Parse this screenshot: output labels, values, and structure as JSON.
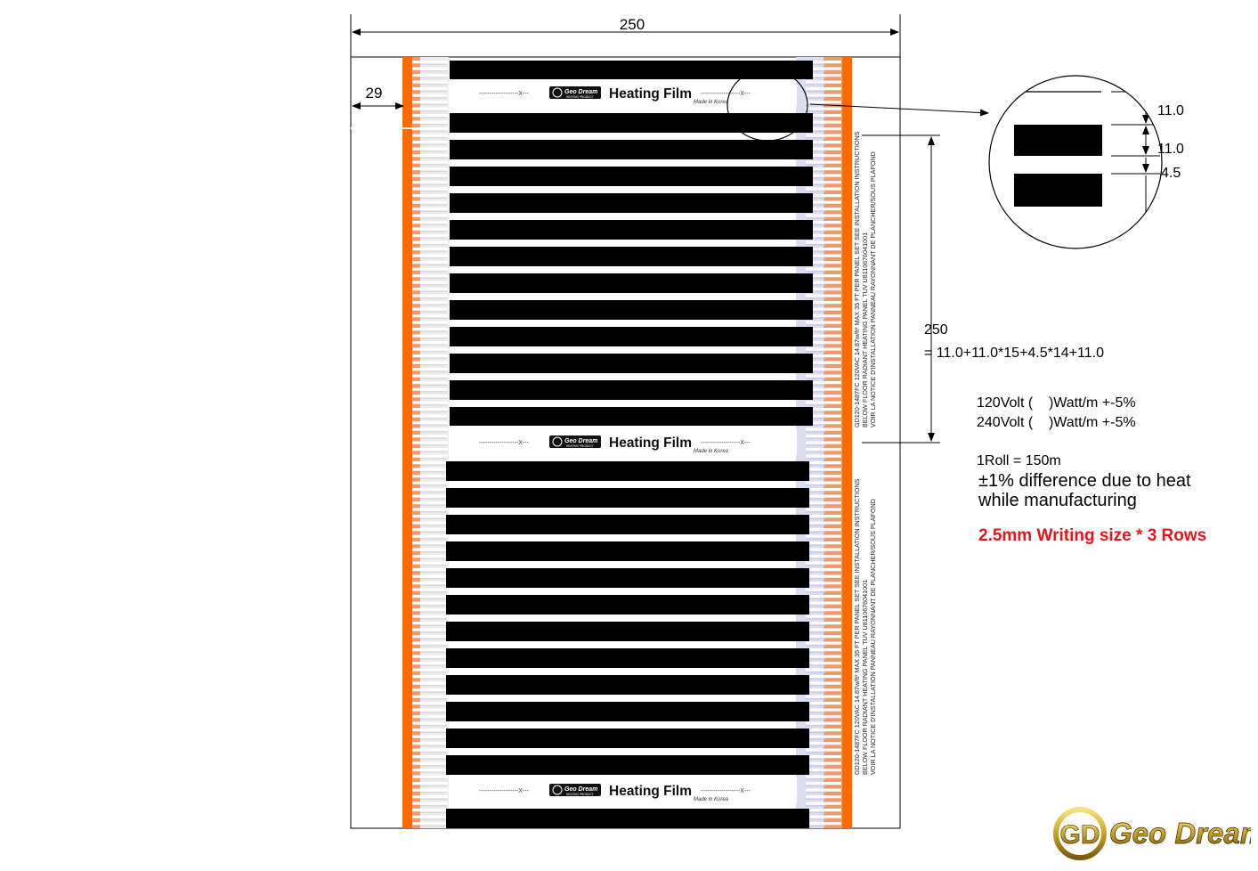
{
  "dimensions": {
    "width_label": "250",
    "margin_label": "29",
    "height_label": "250",
    "height_formula": "= 11.0+11.0*15+4.5*14+11.0"
  },
  "detail": {
    "label_1": "11.0",
    "label_2": "11.0",
    "label_3": "4.5"
  },
  "film": {
    "brand": "Geo Dream",
    "brand_sub": "HEATING PRODUCT",
    "product": "Heating Film",
    "origin": "Made in Korea",
    "cut_mark": "-------------------X---",
    "side_text": [
      "GD120-1487FC 120VAC 14.87w/ft² MAX 35 FT PER PANEL SET SEE INSTALLATION INSTRUCTIONS",
      "BELOW FLOOR RADIANT HEATING PANEL TUV U8110676041001",
      "VOIR LA NOTICE D'INSTALLATION PANNEAU RAYONNANT DE PLANCHER/SOUS PLAFOND"
    ]
  },
  "specs": {
    "line_120": "120Volt (    )Watt/m +-5%",
    "line_240": "240Volt (    )Watt/m +-5%",
    "roll": "1Roll = 150m",
    "tolerance_1": "±1% difference due to heat",
    "tolerance_2": "while manufacturing",
    "writing": "2.5mm Writing size * 3 Rows"
  },
  "logo": {
    "mark": "GD",
    "name": "Geo Dream"
  },
  "colors": {
    "busbar": "#ff6a00",
    "busbar_light": "#ec9a6e",
    "carbon": "#000000",
    "electrode_grey": "#d9d9d9",
    "electrode_blue": "#dcdcf2",
    "warning_red": "#e8141a",
    "logo_gold": "#c9a227"
  }
}
